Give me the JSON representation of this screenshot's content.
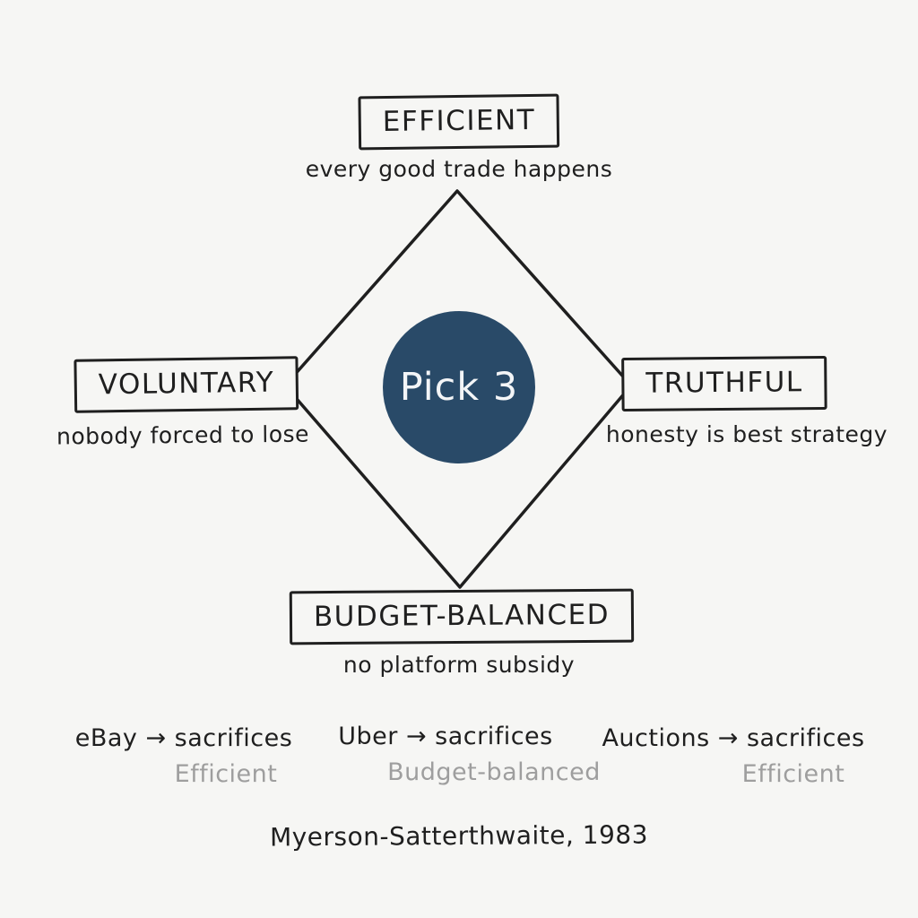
{
  "center": {
    "label": "Pick 3"
  },
  "nodes": {
    "top": {
      "title": "EFFICIENT",
      "subtitle": "every good trade happens"
    },
    "left": {
      "title": "VOLUNTARY",
      "subtitle": "nobody forced to lose"
    },
    "right": {
      "title": "TRUTHFUL",
      "subtitle": "honesty is best strategy"
    },
    "bottom": {
      "title": "BUDGET-BALANCED",
      "subtitle": "no platform subsidy"
    }
  },
  "examples": [
    {
      "label": "eBay → sacrifices",
      "tradeoff": "Efficient"
    },
    {
      "label": "Uber → sacrifices",
      "tradeoff": "Budget-balanced"
    },
    {
      "label": "Auctions → sacrifices",
      "tradeoff": "Efficient"
    }
  ],
  "caption": "Myerson-Satterthwaite, 1983",
  "colors": {
    "background": "#f6f6f4",
    "ink": "#1f1f1f",
    "navy_circle": "#294a68",
    "muted_gray": "#9e9e9e"
  }
}
